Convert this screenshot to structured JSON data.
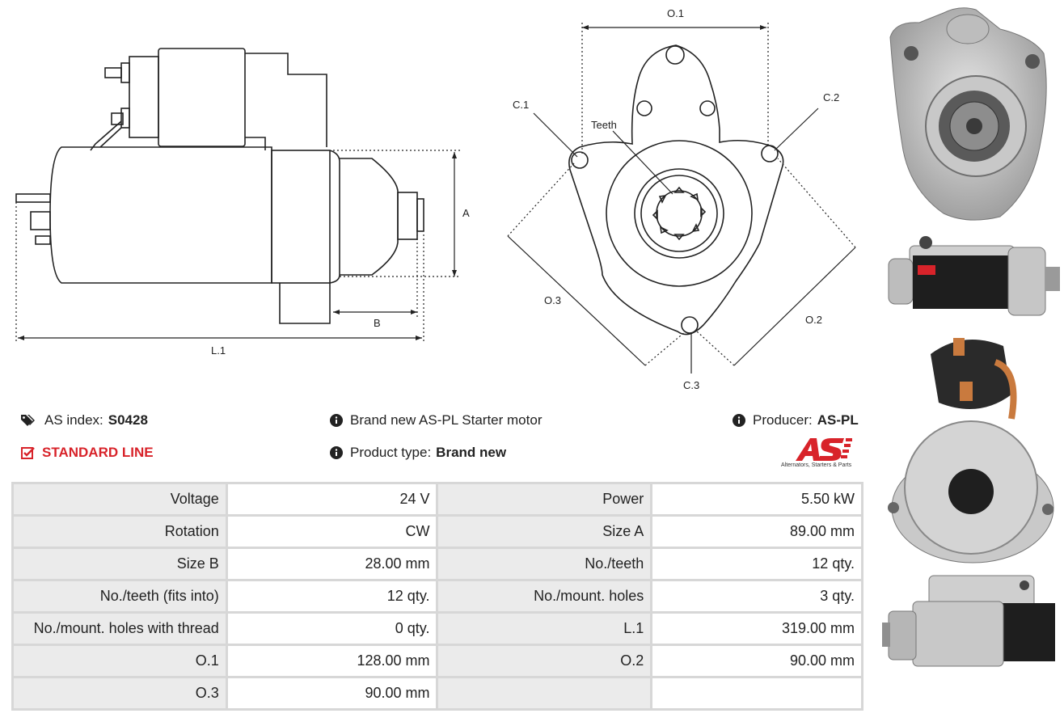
{
  "drawing_labels": {
    "o1": "O.1",
    "o2": "O.2",
    "o3": "O.3",
    "c1": "C.1",
    "c2": "C.2",
    "c3": "C.3",
    "teeth": "Teeth",
    "a": "A",
    "b": "B",
    "l1": "L.1"
  },
  "info": {
    "as_index_label": "AS index:",
    "as_index_value": "S0428",
    "description": "Brand new AS-PL Starter motor",
    "producer_label": "Producer:",
    "producer_value": "AS-PL",
    "line": "STANDARD LINE",
    "product_type_label": "Product type:",
    "product_type_value": "Brand new"
  },
  "logo": {
    "mark": "AS",
    "tagline": "Alternators, Starters & Parts",
    "color": "#d8232a"
  },
  "specs": [
    {
      "l1": "Voltage",
      "v1": "24 V",
      "l2": "Power",
      "v2": "5.50 kW"
    },
    {
      "l1": "Rotation",
      "v1": "CW",
      "l2": "Size A",
      "v2": "89.00 mm"
    },
    {
      "l1": "Size B",
      "v1": "28.00 mm",
      "l2": "No./teeth",
      "v2": "12 qty."
    },
    {
      "l1": "No./teeth (fits into)",
      "v1": "12 qty.",
      "l2": "No./mount. holes",
      "v2": "3 qty."
    },
    {
      "l1": "No./mount. holes with thread",
      "v1": "0 qty.",
      "l2": "L.1",
      "v2": "319.00 mm"
    },
    {
      "l1": "O.1",
      "v1": "128.00 mm",
      "l2": "O.2",
      "v2": "90.00 mm"
    },
    {
      "l1": "O.3",
      "v1": "90.00 mm",
      "l2": "",
      "v2": ""
    }
  ]
}
